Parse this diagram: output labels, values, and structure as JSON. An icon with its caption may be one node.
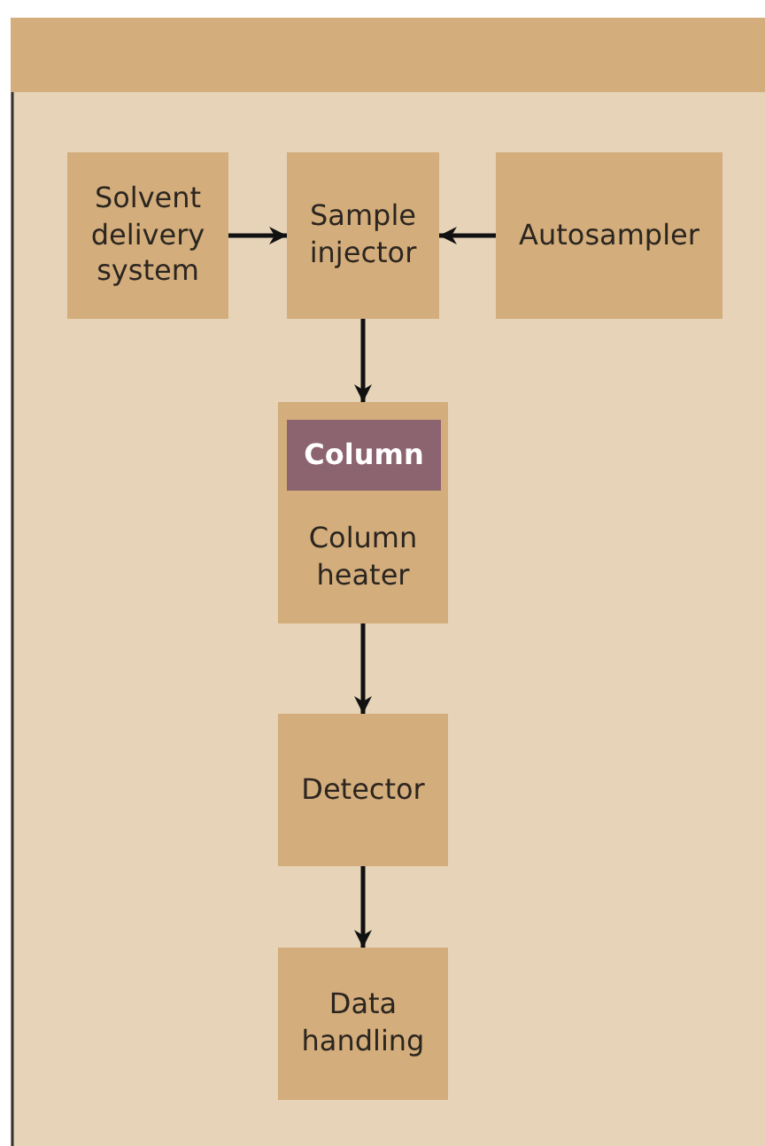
{
  "diagram": {
    "nodes": [
      {
        "text": [
          "Solvent delivery system"
        ]
      },
      {
        "text": [
          "Sample injector"
        ]
      },
      {
        "text": [
          "Autosampler"
        ]
      },
      {
        "text": [
          "Column heater"
        ]
      },
      {
        "text": [
          "Column"
        ],
        "in": 3
      },
      {
        "text": [
          "Detector"
        ]
      },
      {
        "text": [
          "Data handling"
        ]
      }
    ],
    "edges": [
      {
        "from": 0,
        "to": 1,
        "arrow": "to"
      },
      {
        "from": 2,
        "to": 1,
        "arrow": "to"
      },
      {
        "from": 1,
        "to": 3,
        "arrow": "to"
      },
      {
        "from": 3,
        "to": 5,
        "arrow": "to"
      },
      {
        "from": 5,
        "to": 6,
        "arrow": "to"
      }
    ]
  }
}
